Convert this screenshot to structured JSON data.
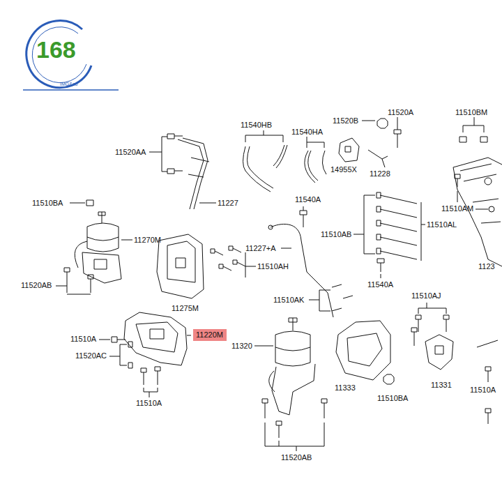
{
  "diagram": {
    "nodes": [
      {
        "text": [
          "11220M"
        ]
      }
    ],
    "labels": [
      "168",
      "IMG&co",
      "11540HB",
      "11520B",
      "11520A",
      "11510BM",
      "11540HA",
      "11520AA",
      "14955X",
      "11228",
      "11510BA",
      "11227",
      "11540A",
      "11510AB",
      "11510AL",
      "11510AM",
      "11270M",
      "11227+A",
      "11510AH",
      "1123",
      "11520AB",
      "11275M",
      "11540A",
      "11510AK",
      "11510AJ",
      "11510A",
      "11320",
      "11520AC",
      "11333",
      "11331",
      "11510A",
      "11510BA",
      "11510A",
      "11520AB"
    ]
  }
}
